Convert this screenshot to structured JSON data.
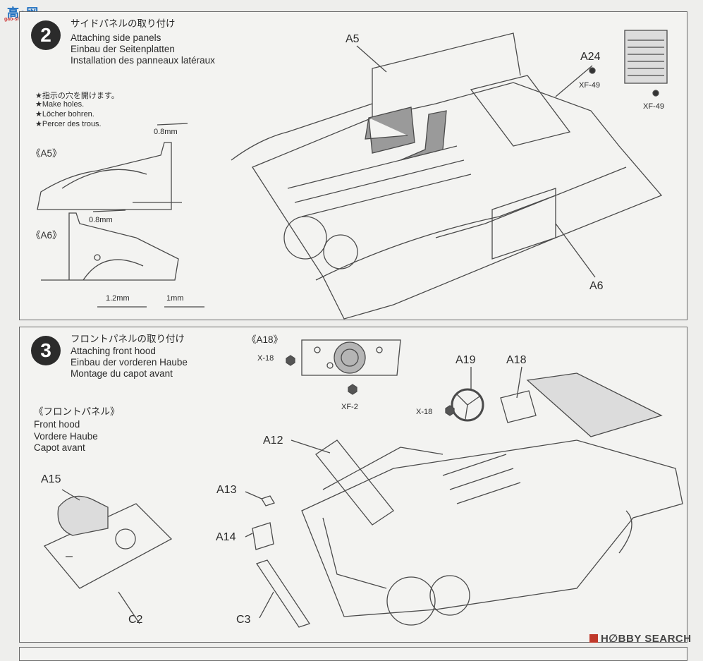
{
  "watermark": {
    "top_text": "高●网",
    "top_sub": "gao-shou.com",
    "bottom_text": "H∅BBY SEARCH"
  },
  "step2": {
    "number": "2",
    "title_ja": "サイドパネルの取り付け",
    "title_en": "Attaching side panels",
    "title_de": "Einbau der Seitenplatten",
    "title_fr": "Installation des panneaux latéraux",
    "note_ja": "★指示の穴を開けます。",
    "note_en": "★Make holes.",
    "note_de": "★Löcher bohren.",
    "note_fr": "★Percer des trous.",
    "detail_a5": "《A5》",
    "detail_a6": "《A6》",
    "drill_a5": "0.8mm",
    "drill_a6_top": "0.8mm",
    "drill_a6_left": "1.2mm",
    "drill_a6_right": "1mm",
    "part_a5": "A5",
    "part_a24": "A24",
    "part_a6": "A6",
    "paint_1": "XF-49",
    "paint_2": "XF-49"
  },
  "step3": {
    "number": "3",
    "title_ja": "フロントパネルの取り付け",
    "title_en": "Attaching front hood",
    "title_de": "Einbau der vorderen Haube",
    "title_fr": "Montage du capot avant",
    "detail_a18": "《A18》",
    "paint_x18_a": "X-18",
    "paint_xf2": "XF-2",
    "sub_ja": "《フロントパネル》",
    "sub_en": "Front hood",
    "sub_de": "Vordere Haube",
    "sub_fr": "Capot avant",
    "part_a15": "A15",
    "part_c2": "C2",
    "part_a12": "A12",
    "part_a13": "A13",
    "part_a14": "A14",
    "part_c3": "C3",
    "part_a19": "A19",
    "part_a18": "A18",
    "paint_x18_b": "X-18"
  }
}
